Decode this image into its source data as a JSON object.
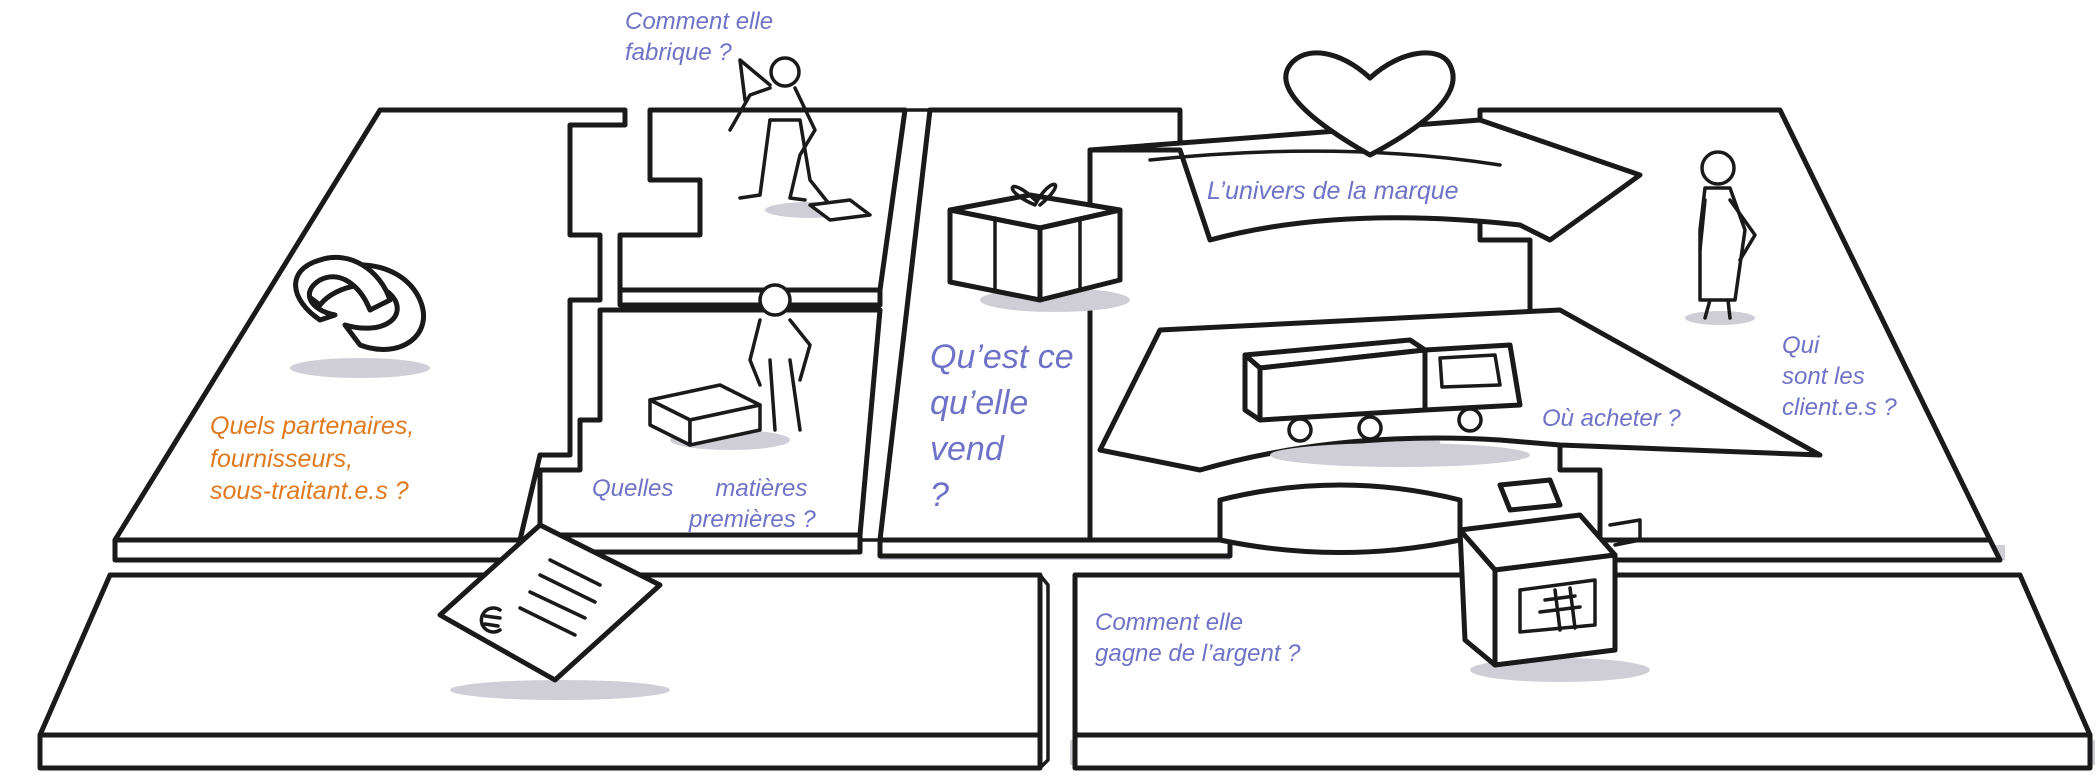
{
  "colors": {
    "question_blue": "#6f72c6",
    "question_orange": "#e07a1f",
    "ink": "#1a1a1a",
    "shadow": "#cfcdd6",
    "paper": "#ffffff"
  },
  "labels": {
    "how_made": [
      "Comment elle",
      "fabrique ?"
    ],
    "brand_universe": "L’univers de la marque",
    "what_sold": [
      "Qu’est ce",
      "qu’elle",
      "vend",
      "?"
    ],
    "where_buy": "Où acheter ?",
    "who_clients": [
      "Qui",
      "sont les",
      "client.e.s ?"
    ],
    "partners": [
      "Quels partenaires,",
      "fournisseurs,",
      "sous-traitant.e.s ?"
    ],
    "raw_materials": [
      "Quelles",
      "matières",
      "premières ?"
    ],
    "how_earn": [
      "Comment elle",
      "gagne de l’argent ?"
    ]
  },
  "icons": [
    "heart-icon",
    "gift-icon",
    "chain-link-icon",
    "worker-shovel-icon",
    "worker-crate-icon",
    "truck-icon",
    "customer-icon",
    "cash-register-icon",
    "invoice-icon"
  ]
}
